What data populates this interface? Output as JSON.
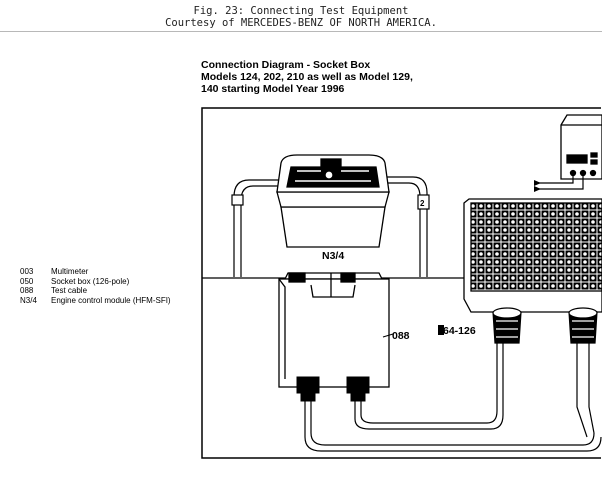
{
  "caption": {
    "line1": "Fig. 23: Connecting Test Equipment",
    "line2": "Courtesy of MERCEDES-BENZ OF NORTH AMERICA."
  },
  "diagram": {
    "title_line1": "Connection Diagram - Socket Box",
    "title_line2": "Models 124, 202, 210 as well as Model 129,",
    "title_line3": "140 starting Model Year 1996",
    "labels": {
      "ecm": "N3/4",
      "cable": "088",
      "socket_box": "64-126",
      "side_mark": "2"
    }
  },
  "legend": [
    {
      "code": "003",
      "desc": "Multimeter"
    },
    {
      "code": "050",
      "desc": "Socket box (126-pole)"
    },
    {
      "code": "088",
      "desc": "Test cable"
    },
    {
      "code": "N3/4",
      "desc": "Engine control module (HFM-SFI)"
    }
  ],
  "colors": {
    "line": "#000000",
    "background": "#ffffff",
    "caption_border": "#b8b8b8"
  }
}
